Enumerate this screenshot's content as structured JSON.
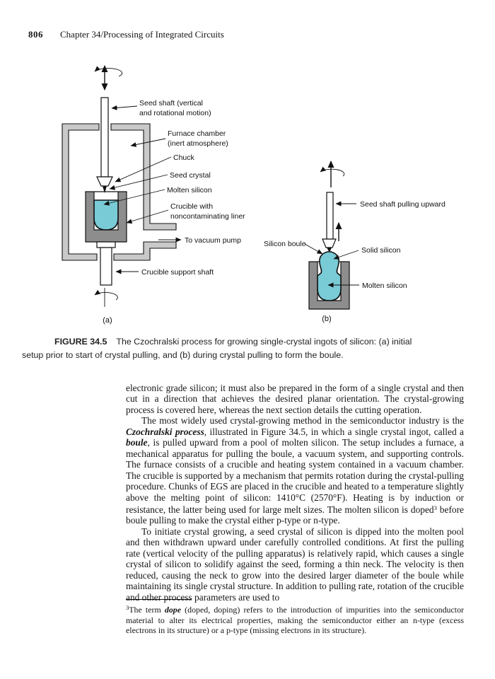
{
  "page": {
    "number": "806",
    "chapter_header": "Chapter 34/Processing of Integrated Circuits"
  },
  "figure": {
    "caption_label": "FIGURE 34.5",
    "caption_text": "The Czochralski process for growing single-crystal ingots of silicon: (a) initial setup prior to start of crystal pulling, and (b) during crystal pulling to form the boule.",
    "colors": {
      "molten_silicon": "#79cbd6",
      "crucible_gray": "#8d8d8d",
      "chamber_wall_gray": "#c9c9c9",
      "line_black": "#111111"
    },
    "a": {
      "sublabel": "(a)",
      "labels": {
        "seed_shaft_1": "Seed shaft (vertical",
        "seed_shaft_2": "and rotational motion)",
        "furnace_1": "Furnace chamber",
        "furnace_2": "(inert atmosphere)",
        "chuck": "Chuck",
        "seed_crystal": "Seed crystal",
        "molten_silicon": "Molten silicon",
        "crucible_1": "Crucible with",
        "crucible_2": "noncontaminating liner",
        "vacuum_pump": "To vacuum pump",
        "support_shaft": "Crucible support shaft"
      }
    },
    "b": {
      "sublabel": "(b)",
      "labels": {
        "seed_shaft": "Seed shaft pulling upward",
        "silicon_boule": "Silicon boule",
        "solid_silicon": "Solid silicon",
        "molten_silicon": "Molten silicon"
      }
    }
  },
  "body": {
    "p1": "electronic grade silicon; it must also be prepared in the form of a single crystal and then cut in a direction that achieves the desired planar orientation. The crystal-growing process is covered here, whereas the next section details the cutting operation.",
    "p2_segments": [
      {
        "text": "The most widely used crystal-growing method in the semiconductor industry is the "
      },
      {
        "text": "Czochralski process",
        "style": "bi"
      },
      {
        "text": ", illustrated in Figure 34.5, in which a single crystal ingot, called a "
      },
      {
        "text": "boule",
        "style": "bi"
      },
      {
        "text": ", is pulled upward from a pool of molten silicon. The setup includes a furnace, a mechanical apparatus for pulling the boule, a vacuum system, and supporting controls. The furnace consists of a crucible and heating system contained in a vacuum chamber. The crucible is supported by a mechanism that permits rotation during the crystal-pulling procedure. Chunks of EGS are placed in the crucible and heated to a temperature slightly above the melting point of silicon: 1410°C (2570°F). Heating is by induction or resistance, the latter being used for large melt sizes. The molten silicon is doped"
      },
      {
        "text": "3",
        "style": "sup"
      },
      {
        "text": " before boule pulling to make the crystal either p-type or n-type."
      }
    ],
    "p3": "To initiate crystal growing, a seed crystal of silicon is dipped into the molten pool and then withdrawn upward under carefully controlled conditions. At first the pulling rate (vertical velocity of the pulling apparatus) is relatively rapid, which causes a single crystal of silicon to solidify against the seed, forming a thin neck. The velocity is then reduced, causing the neck to grow into the desired larger diameter of the boule while maintaining its single crystal structure. In addition to pulling rate, rotation of the crucible and other process parameters are used to",
    "footnote_segments": [
      {
        "text": "3",
        "style": "sup"
      },
      {
        "text": "The term "
      },
      {
        "text": "dope",
        "style": "bi"
      },
      {
        "text": " (doped, doping) refers to the introduction of impurities into the semiconductor material to alter its electrical properties, making the semiconductor either an n-type (excess electrons in its structure) or a p-type (missing electrons in its structure)."
      }
    ]
  }
}
